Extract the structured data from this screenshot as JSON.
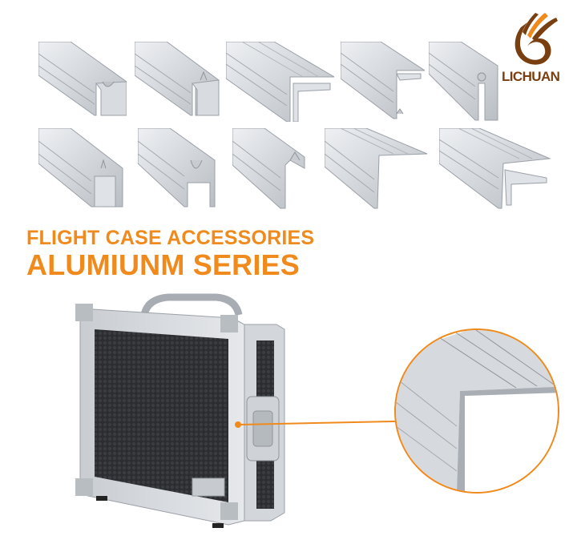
{
  "brand": {
    "name": "LICHUAN",
    "colors": {
      "brown": "#7a3f10",
      "orange": "#f08a1c"
    }
  },
  "headline": {
    "line1": "FLIGHT CASE ACCESSORIES",
    "line2": "ALUMIUNM SERIES",
    "color": "#f08a1c"
  },
  "profiles": {
    "row1": [
      "hybrid-lid-profile-1",
      "hybrid-lid-profile-2",
      "step-lid-profile",
      "angle-step-profile",
      "hinge-lid-profile"
    ],
    "row2": [
      "hybrid-base-profile-1",
      "hybrid-base-profile-2",
      "tongue-profile",
      "angle-profile",
      "step-base-profile"
    ]
  },
  "product": {
    "name": "flight-case",
    "callout": "angle-profile-detail",
    "accent": "#f08a1c"
  }
}
